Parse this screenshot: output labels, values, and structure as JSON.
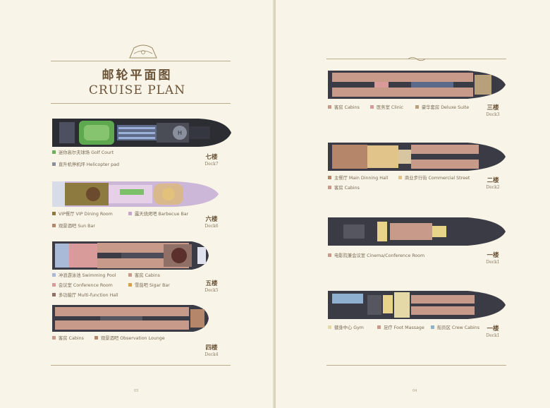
{
  "left": {
    "title_cn": "邮轮平面图",
    "title_en": "CRUISE PLAN",
    "deck7": {
      "cn": "七楼",
      "en": "Deck7",
      "legend": [
        {
          "label": "迷你高尔夫球场  Golf Court",
          "color": "#6db05a"
        },
        {
          "label": "直升机停机坪  Helicopter pad",
          "color": "#8a8f9e"
        }
      ]
    },
    "deck6": {
      "cn": "六楼",
      "en": "Deck6",
      "legend": [
        {
          "label": "VIP餐厅  VIP Dining Room",
          "color": "#8c7a3e"
        },
        {
          "label": "露天烧烤吧  Barbecue Bar",
          "color": "#c7a6cf"
        },
        {
          "label": "观景酒吧  Sun Bar",
          "color": "#b5866a"
        }
      ]
    },
    "deck5": {
      "cn": "五楼",
      "en": "Deck5",
      "legend": [
        {
          "label": "冲浪游泳池  Swimming Pool",
          "color": "#a9b9d8"
        },
        {
          "label": "客房  Cabins",
          "color": "#c79a8a"
        },
        {
          "label": "会议室  Conference Room",
          "color": "#d99a9a"
        },
        {
          "label": "雪茄吧  Sigar Bar",
          "color": "#d8a04a"
        },
        {
          "label": "多功能厅  Multi-function Hall",
          "color": "#8f6f66"
        }
      ]
    },
    "deck4": {
      "cn": "四楼",
      "en": "Deck4",
      "legend": [
        {
          "label": "客房  Cabins",
          "color": "#c79a8a"
        },
        {
          "label": "观景酒吧  Observation Lounge",
          "color": "#b5866a"
        }
      ]
    },
    "page_number": "03"
  },
  "right": {
    "deck3": {
      "cn": "三楼",
      "en": "Deck3",
      "legend": [
        {
          "label": "客房  Cabins",
          "color": "#c79a8a"
        },
        {
          "label": "医务室  Clinic",
          "color": "#d99a9a"
        },
        {
          "label": "豪华套房  Deluxe Suite",
          "color": "#b7a07a"
        }
      ]
    },
    "deck2": {
      "cn": "二楼",
      "en": "Deck2",
      "legend": [
        {
          "label": "主餐厅  Main Dinning Hall",
          "color": "#b5866a"
        },
        {
          "label": "商业步行街  Commercial Street",
          "color": "#e0c48a"
        },
        {
          "label": "客房  Cabins",
          "color": "#c79a8a"
        }
      ]
    },
    "deck1a": {
      "cn": "一楼",
      "en": "Deck1",
      "legend": [
        {
          "label": "电影院兼会议室  Cinema/Conference Room",
          "color": "#c79a8a"
        }
      ]
    },
    "deck1b": {
      "cn": "一楼",
      "en": "Deck1",
      "legend": [
        {
          "label": "健身中心  Gym",
          "color": "#e6d9a8"
        },
        {
          "label": "足疗  Foot Massage",
          "color": "#c79a8a"
        },
        {
          "label": "船员区  Crew Cabins",
          "color": "#8fb0cf"
        }
      ]
    },
    "page_number": "04"
  }
}
